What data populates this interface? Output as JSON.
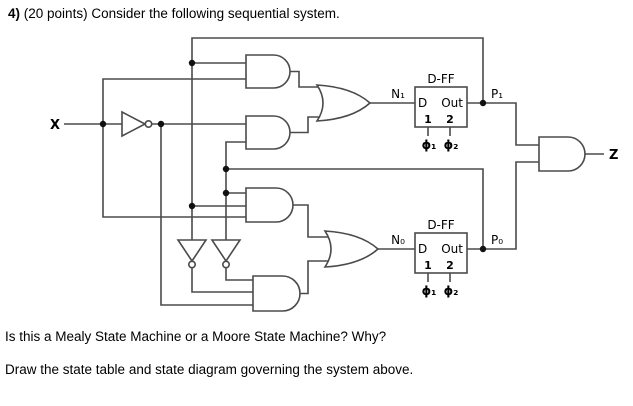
{
  "title": {
    "number": "4)",
    "text": "(20 points) Consider the following sequential system."
  },
  "questions": {
    "q1": "Is this a Mealy State Machine or a Moore State Machine? Why?",
    "q2": "Draw the state table and state diagram governing the system above."
  },
  "circuit": {
    "input_label": "X",
    "output_label": "Z",
    "ff1": {
      "title": "D-FF",
      "d": "D",
      "out": "Out",
      "pin1": "1",
      "pin2": "2",
      "phi1": "ϕ₁",
      "phi2": "ϕ₂",
      "input_signal": "N₁",
      "output_signal": "P₁"
    },
    "ff2": {
      "title": "D-FF",
      "d": "D",
      "out": "Out",
      "pin1": "1",
      "pin2": "2",
      "phi1": "ϕ₁",
      "phi2": "ϕ₂",
      "input_signal": "N₀",
      "output_signal": "P₀"
    },
    "colors": {
      "wire": "#4b4b4d",
      "text": "#000000",
      "background": "#ffffff"
    }
  }
}
